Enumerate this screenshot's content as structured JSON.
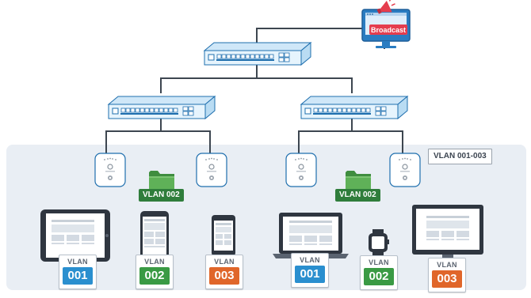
{
  "monitor_top": {
    "badge": "Broadcast"
  },
  "vlan_range": {
    "label": "VLAN 001-003"
  },
  "vlan_tags": [
    {
      "label": "VLAN 002"
    },
    {
      "label": "VLAN 002"
    }
  ],
  "vlan_cards": [
    {
      "caption": "VLAN",
      "number": "001",
      "color": "#2a8fcf"
    },
    {
      "caption": "VLAN",
      "number": "002",
      "color": "#3a9a44"
    },
    {
      "caption": "VLAN",
      "number": "003",
      "color": "#e0662a"
    },
    {
      "caption": "VLAN",
      "number": "001",
      "color": "#2a8fcf"
    },
    {
      "caption": "VLAN",
      "number": "002",
      "color": "#3a9a44"
    },
    {
      "caption": "VLAN",
      "number": "003",
      "color": "#e0662a"
    }
  ],
  "icons": {
    "switch": "network-switch-icon",
    "access_point": "wireless-access-point-icon",
    "folder": "folder-icon",
    "tablet": "tablet-icon",
    "phone": "smartphone-icon",
    "laptop": "laptop-icon",
    "watch": "smartwatch-icon",
    "desktop": "desktop-monitor-icon",
    "megaphone": "megaphone-icon"
  },
  "colors": {
    "panel": "#e9eef4",
    "switch_body": "#dff0fb",
    "switch_stroke": "#1f6fae",
    "link": "#3d4650",
    "tag_green": "#2f7d3b"
  }
}
